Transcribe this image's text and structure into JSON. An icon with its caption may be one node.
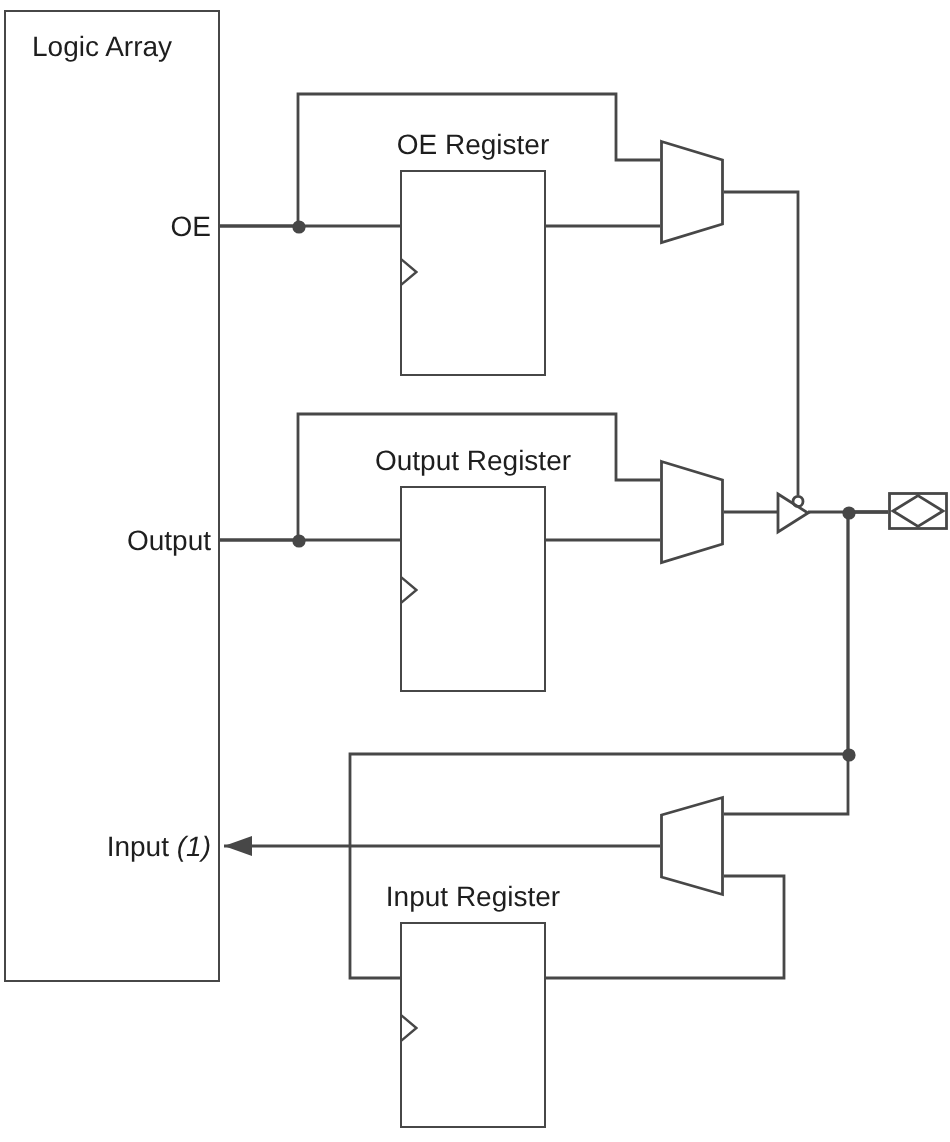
{
  "diagram": {
    "nodes": [
      {
        "text": [
          "Logic Array"
        ]
      },
      {
        "text": [
          "OE"
        ],
        "in": 0
      },
      {
        "text": [
          "Output"
        ],
        "in": 0
      },
      {
        "text": [
          "Input *(1)*"
        ],
        "in": 0
      },
      {
        "text": [
          "OE Register"
        ]
      },
      {
        "text": [],
        "shape": "trapezoid"
      },
      {
        "text": [
          "Output Register"
        ]
      },
      {
        "text": [],
        "shape": "trapezoid"
      },
      {
        "text": [],
        "shape": "triangle"
      },
      {
        "text": [],
        "shape": "box"
      },
      {
        "text": [],
        "shape": "trapezoid"
      },
      {
        "text": [
          "Input Register"
        ]
      }
    ],
    "edges": [
      {
        "from": 1,
        "to": 4,
        "arrow": "none"
      },
      {
        "from": 1,
        "to": 5,
        "arrow": "none"
      },
      {
        "from": 4,
        "to": 5,
        "arrow": "none"
      },
      {
        "from": 5,
        "to": 8,
        "arrow": "none"
      },
      {
        "from": 2,
        "to": 6,
        "arrow": "none"
      },
      {
        "from": 2,
        "to": 7,
        "arrow": "none"
      },
      {
        "from": 6,
        "to": 7,
        "arrow": "none"
      },
      {
        "from": 7,
        "to": 8,
        "arrow": "none"
      },
      {
        "from": 8,
        "to": 9,
        "arrow": "none"
      },
      {
        "from": 9,
        "to": 11,
        "arrow": "none"
      },
      {
        "from": 9,
        "to": 10,
        "arrow": "none"
      },
      {
        "from": 11,
        "to": 10,
        "arrow": "none"
      },
      {
        "from": 10,
        "to": 3,
        "arrow": "to"
      }
    ]
  }
}
